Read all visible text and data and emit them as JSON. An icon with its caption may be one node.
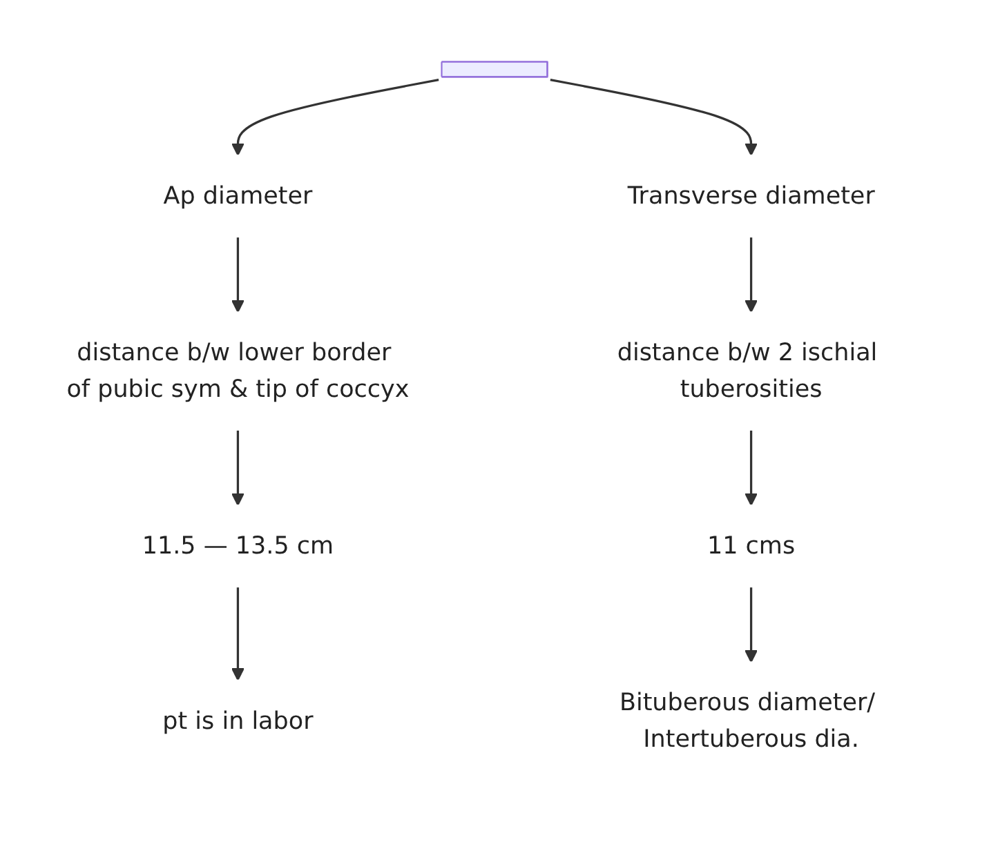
{
  "diagram": {
    "nodes": [
      {
        "text": [],
        "shape": "bar"
      },
      {
        "text": [
          "Ap diameter"
        ]
      },
      {
        "text": [
          "Transverse diameter"
        ]
      },
      {
        "text": [
          "distance b/w lower border of pubic sym & tip of coccyx"
        ]
      },
      {
        "text": [
          "distance b/w 2 ischial tuberosities"
        ]
      },
      {
        "text": [
          "11.5 — 13.5 cm"
        ]
      },
      {
        "text": [
          "11 cms"
        ]
      },
      {
        "text": [
          "pt is in labor"
        ]
      },
      {
        "text": [
          "Bituberous diameter/ Intertuberous dia."
        ]
      }
    ],
    "edges": [
      {
        "from": 0,
        "to": 1,
        "arrow": "to"
      },
      {
        "from": 0,
        "to": 2,
        "arrow": "to"
      },
      {
        "from": 1,
        "to": 3,
        "arrow": "to"
      },
      {
        "from": 3,
        "to": 5,
        "arrow": "to"
      },
      {
        "from": 5,
        "to": 7,
        "arrow": "to"
      },
      {
        "from": 2,
        "to": 4,
        "arrow": "to"
      },
      {
        "from": 4,
        "to": 6,
        "arrow": "to"
      },
      {
        "from": 6,
        "to": 8,
        "arrow": "to"
      }
    ]
  }
}
